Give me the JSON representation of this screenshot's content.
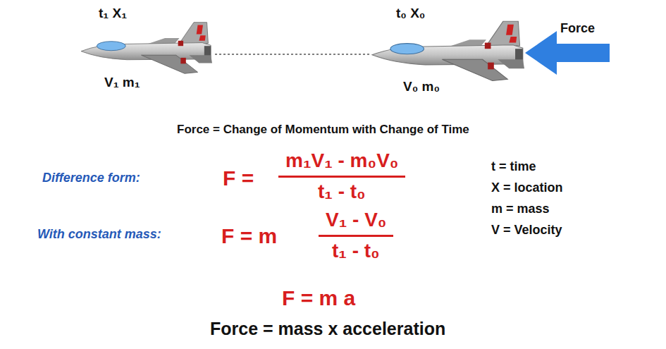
{
  "diagram": {
    "labels": [
      "t₁ X₁",
      "V₁ m₁",
      "t₀ X₀",
      "V₀ m₀",
      "Force",
      "Force = Change of Momentum with Change of Time",
      "Difference form:",
      "F =",
      "m₁V₁ - m₀V₀",
      "t₁ - t₀",
      "With constant mass:",
      "F = m",
      "V₁ - V₀",
      "t₁ - t₀",
      "F = m a",
      "Force = mass x acceleration",
      "t = time",
      "X = location",
      "m = mass",
      "V = Velocity"
    ]
  }
}
